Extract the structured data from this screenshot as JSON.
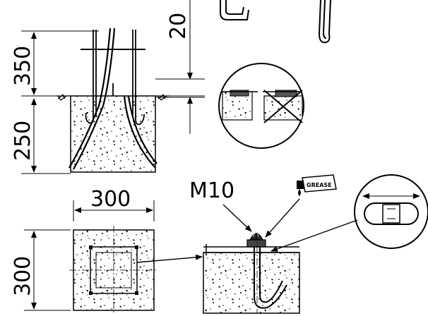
{
  "dimensions": {
    "anchor_projection": "350",
    "foundation_depth": "250",
    "hook_length": "20",
    "foundation_width": "300",
    "foundation_length": "300"
  },
  "labels": {
    "bolt_size": "M10",
    "grease_tube": "GREASE"
  },
  "icons": {
    "grease": "grease-tube-icon",
    "level": "spirit-level-icon",
    "prohibited": "cross-out-icon"
  }
}
